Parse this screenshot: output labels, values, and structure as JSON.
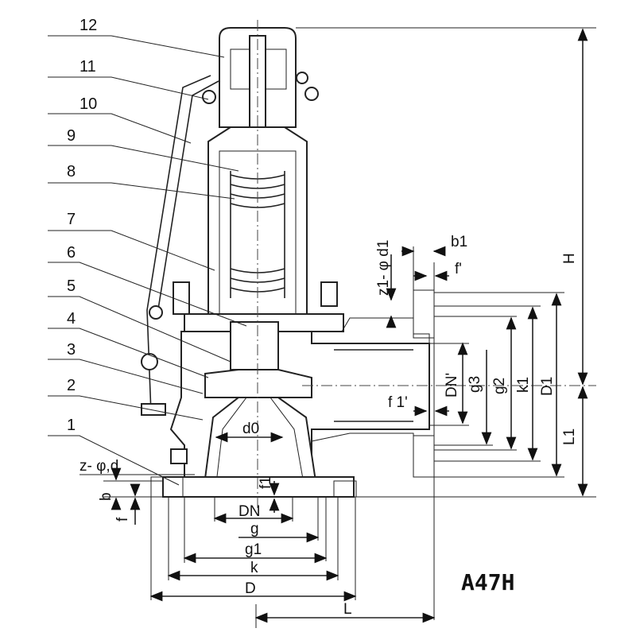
{
  "title": "A47H",
  "part_numbers": [
    "1",
    "2",
    "3",
    "4",
    "5",
    "6",
    "7",
    "8",
    "9",
    "10",
    "11",
    "12"
  ],
  "dimensions": {
    "H": "H",
    "L1": "L1",
    "D1": "D1",
    "k1": "k1",
    "g2": "g2",
    "g3": "g3",
    "DN_outlet": "DN'",
    "f1_outlet": "f 1'",
    "b1": "b1",
    "f_outlet": "f'",
    "z1_d1": "z1- φ d1",
    "d0": "d0",
    "f1": "f1",
    "DN": "DN",
    "g": "g",
    "g1": "g1",
    "k": "k",
    "D": "D",
    "L": "L",
    "z_d": "z- φ,d",
    "b": "b",
    "f": "f"
  }
}
